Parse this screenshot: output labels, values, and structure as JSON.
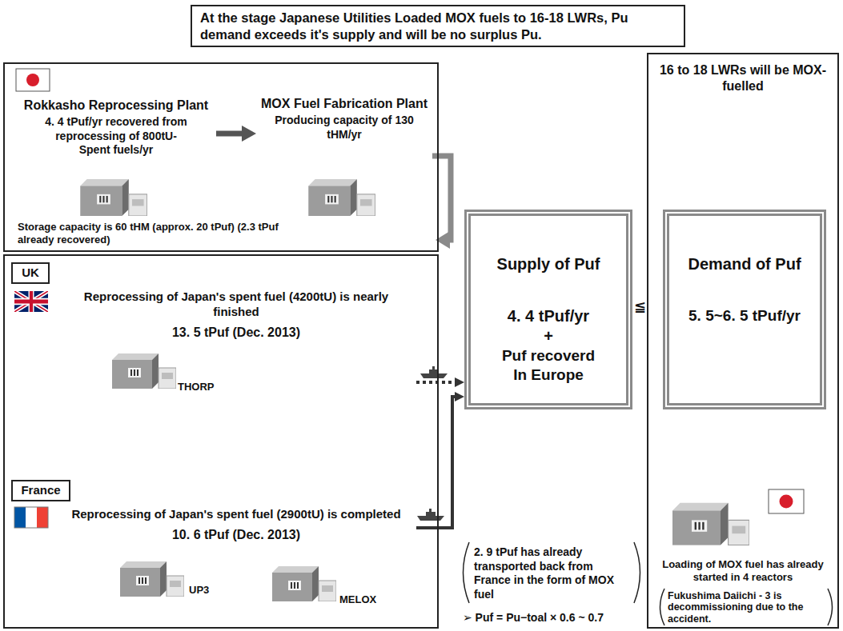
{
  "diagram": {
    "nodes": [
      {
        "text": [
          "At the stage Japanese Utilities Loaded MOX fuels to 16-18 LWRs, Pu demand exceeds it's supply and will be no surplus Pu."
        ]
      },
      {
        "text": [
          "Storage capacity is 60 tHM (approx. 20 tPuf) (2.3 tPuf already recovered)"
        ]
      },
      {
        "text": [
          "Rokkasho Reprocessing Plant",
          "4. 4 tPuf/yr recovered from reprocessing of 800tU-Spent fuels/yr"
        ],
        "in": 1
      },
      {
        "text": [
          "MOX Fuel Fabrication Plant",
          "Producing capacity of 130 tHM/yr"
        ],
        "in": 1
      },
      {
        "text": []
      },
      {
        "text": [
          "UK"
        ],
        "in": 4
      },
      {
        "text": [
          "Reprocessing of Japan's spent fuel (4200tU) is nearly finished",
          "13. 5 tPuf (Dec. 2013)"
        ],
        "in": 4
      },
      {
        "text": [
          "France"
        ],
        "in": 4
      },
      {
        "text": [
          "Reprocessing of Japan's spent fuel (2900tU) is completed",
          "10. 6 tPuf (Dec. 2013)"
        ],
        "in": 4
      },
      {
        "text": [
          "Supply of Puf",
          "4. 4 tPuf/yr",
          "+",
          "Puf recoverd In Europe"
        ]
      },
      {
        "text": [
          "16 to 18 LWRs will be MOX-fuelled",
          "Loading of MOX fuel has already started in 4 reactors"
        ]
      },
      {
        "text": [
          "Demand of Puf",
          "5. 5~6. 5 tPuf/yr"
        ],
        "in": 10
      }
    ],
    "edges": [
      {
        "from": 2,
        "to": 3,
        "arrow": "to"
      },
      {
        "from": 3,
        "to": 9,
        "arrow": "to"
      },
      {
        "from": 6,
        "to": 9,
        "arrow": "to"
      },
      {
        "from": 8,
        "to": 9,
        "arrow": "to"
      }
    ],
    "labels": [
      "THORP",
      "UP3",
      "MELOX",
      "≦",
      "2. 9 tPuf has already transported back from France in the form of MOX fuel",
      "➢ Puf = Pu−toal × 0.6 ~ 0.7",
      "Fukushima Daiichi - 3 is decommissioning due to the accident."
    ]
  }
}
